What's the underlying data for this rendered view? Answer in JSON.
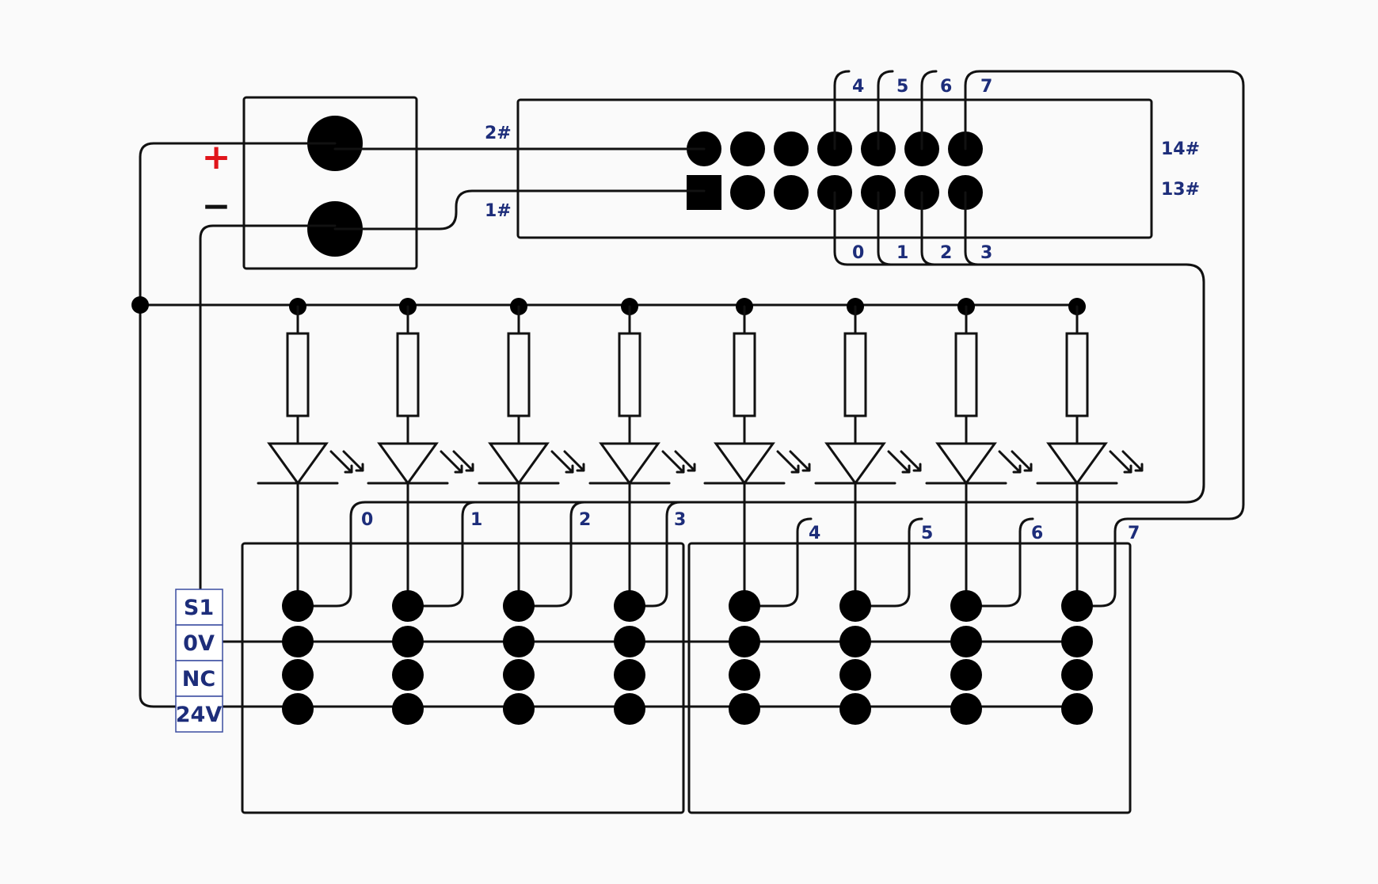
{
  "power_supply": {
    "plus_label": "+",
    "minus_label": "−",
    "plus_color": "#e0151b",
    "minus_color": "#111111"
  },
  "connector": {
    "pin_labels": {
      "pin2": "2#",
      "pin1": "1#",
      "pin14": "14#",
      "pin13": "13#"
    },
    "top_bits": [
      "4",
      "5",
      "6",
      "7"
    ],
    "bottom_bits": [
      "0",
      "1",
      "2",
      "3"
    ]
  },
  "module_inputs": [
    "0",
    "1",
    "2",
    "3",
    "4",
    "5",
    "6",
    "7"
  ],
  "terminal_block": [
    "S1",
    "0V",
    "NC",
    "24V"
  ],
  "colors": {
    "wire": "#111111",
    "label": "#1d2d7a",
    "terminal_border": "#3a4ca0"
  }
}
